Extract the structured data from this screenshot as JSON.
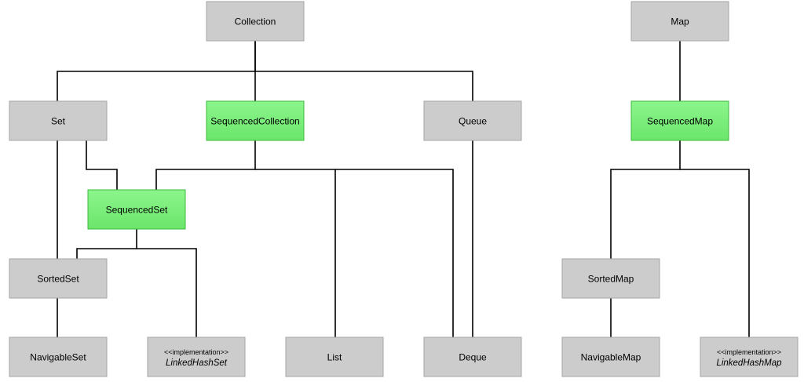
{
  "colors": {
    "background": "#ffffff",
    "interface_fill": "#cccccc",
    "interface_stroke": "#a6a6a6",
    "sequenced_fill": "#7ef17e",
    "sequenced_stroke": "#3dbb3d",
    "edge": "#000000"
  },
  "nodes": {
    "collection": {
      "label": "Collection",
      "kind": "interface"
    },
    "map": {
      "label": "Map",
      "kind": "interface"
    },
    "set": {
      "label": "Set",
      "kind": "interface"
    },
    "sequenced_collection": {
      "label": "SequencedCollection",
      "kind": "sequenced"
    },
    "queue": {
      "label": "Queue",
      "kind": "interface"
    },
    "sequenced_map": {
      "label": "SequencedMap",
      "kind": "sequenced"
    },
    "sequenced_set": {
      "label": "SequencedSet",
      "kind": "sequenced"
    },
    "sorted_set": {
      "label": "SortedSet",
      "kind": "interface"
    },
    "sorted_map": {
      "label": "SortedMap",
      "kind": "interface"
    },
    "navigable_set": {
      "label": "NavigableSet",
      "kind": "interface"
    },
    "linked_hash_set": {
      "label": "LinkedHashSet",
      "stereotype": "<<implementation>>",
      "kind": "implementation"
    },
    "list": {
      "label": "List",
      "kind": "interface"
    },
    "deque": {
      "label": "Deque",
      "kind": "interface"
    },
    "navigable_map": {
      "label": "NavigableMap",
      "kind": "interface"
    },
    "linked_hash_map": {
      "label": "LinkedHashMap",
      "stereotype": "<<implementation>>",
      "kind": "implementation"
    }
  },
  "edges": [
    {
      "from": "collection",
      "to": "set"
    },
    {
      "from": "collection",
      "to": "sequenced_collection"
    },
    {
      "from": "collection",
      "to": "queue"
    },
    {
      "from": "set",
      "to": "sorted_set"
    },
    {
      "from": "set",
      "to": "sequenced_set"
    },
    {
      "from": "sequenced_collection",
      "to": "sequenced_set"
    },
    {
      "from": "sequenced_collection",
      "to": "list"
    },
    {
      "from": "sequenced_collection",
      "to": "deque"
    },
    {
      "from": "queue",
      "to": "deque"
    },
    {
      "from": "sequenced_set",
      "to": "sorted_set"
    },
    {
      "from": "sequenced_set",
      "to": "linked_hash_set"
    },
    {
      "from": "sorted_set",
      "to": "navigable_set"
    },
    {
      "from": "map",
      "to": "sequenced_map"
    },
    {
      "from": "sequenced_map",
      "to": "sorted_map"
    },
    {
      "from": "sequenced_map",
      "to": "linked_hash_map"
    },
    {
      "from": "sorted_map",
      "to": "navigable_map"
    }
  ]
}
